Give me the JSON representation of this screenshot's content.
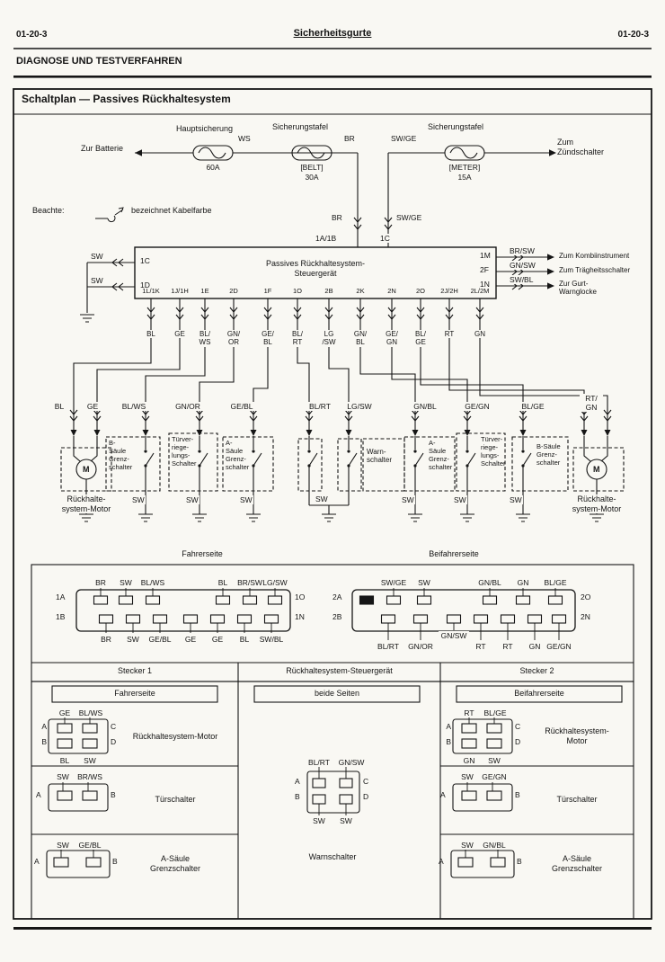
{
  "page": {
    "code_left": "01-20-3",
    "title": "Sicherheitsgurte",
    "code_right": "01-20-3",
    "section_title": "DIAGNOSE UND TESTVERFAHREN"
  },
  "diagram": {
    "title": "Schaltplan — Passives Rückhaltesystem",
    "note_label": "Beachte:",
    "note_text": "bezeichnet Kabelfarbe",
    "motor_symbol": "M",
    "ground_wire": "SW",
    "power": {
      "to_battery": "Zur Batterie",
      "main_fuse_label": "Hauptsicherung",
      "main_fuse_rating": "60A",
      "wire_ws": "WS",
      "fuse_panel1_label": "Sicherungstafel",
      "fuse_belt_name": "[BELT]",
      "fuse_belt_rating": "30A",
      "wire_br": "BR",
      "wire_swge": "SW/GE",
      "fuse_panel2_label": "Sicherungstafel",
      "fuse_meter_name": "[METER]",
      "fuse_meter_rating": "15A",
      "to_ignition": "Zum\nZündschalter",
      "drop_br": "BR",
      "drop_swge": "SW/GE",
      "pin_top_1": "1A/1B",
      "pin_top_2": "1C"
    },
    "ecu": {
      "name": "Passives Rückhaltesystem-\nSteuergerät",
      "pin_1c": "1C",
      "pin_1d": "1D",
      "wire_sw": "SW",
      "right": [
        {
          "pin": "1M",
          "wire": "BR/SW",
          "target": "Zum Kombiinstrument"
        },
        {
          "pin": "2F",
          "wire": "GN/SW",
          "target": "Zum Trägheitsschalter"
        },
        {
          "pin": "1N",
          "wire": "SW/BL",
          "target": "Zur Gurt-\nWarnglocke"
        }
      ],
      "bottom_pins": [
        "1L/1K",
        "1J/1H",
        "1E",
        "2D",
        "1F",
        "1O",
        "2B",
        "2K",
        "2N",
        "2O",
        "2J/2H",
        "2L/2M"
      ],
      "bottom_wires": [
        "BL",
        "GE",
        "BL/\nWS",
        "GN/\nOR",
        "GE/\nBL",
        "BL/\nRT",
        "LG\n/SW",
        "GN/\nBL",
        "GE/\nGN",
        "BL/\nGE",
        "RT",
        "GN"
      ]
    },
    "branch_wires": [
      "BL",
      "GE",
      "BL/WS",
      "GN/OR",
      "GE/BL",
      "BL/RT",
      "LG/SW",
      "GN/BL",
      "GE/GN",
      "BL/GE",
      "RT/\nGN"
    ],
    "components": {
      "motor_left": "Rückhalte-\nsystem-Motor",
      "b_saeule_left": "B-\nSäule\nGrenz-\nschalter",
      "tuerver_left": "Türver-\nriege-\nlungs-\nSchalter",
      "a_saeule_left": "A-\nSäule\nGrenz-\nschalter",
      "warnschalter": "Warn-\nschalter",
      "a_saeule_right": "A-\nSäule\nGrenz-\nschalter",
      "tuerver_right": "Türver-\nriege-\nlungs-\nSchalter",
      "b_saeule_right": "B-Säule\nGrenz-\nschalter",
      "motor_right": "Rückhalte-\nsystem-Motor"
    }
  },
  "connector_panel": {
    "driver_side": "Fahrerseite",
    "passenger_side": "Beifahrerseite",
    "stecker1": {
      "caption": "Stecker 1",
      "top_labels": [
        "BR",
        "SW",
        "BL/WS",
        "BL",
        "BR/SW",
        "LG/SW"
      ],
      "pin_1a": "1A",
      "pin_1b": "1B",
      "pin_1o": "1O",
      "pin_1n": "1N",
      "bottom_labels": [
        "BR",
        "SW",
        "GE/BL",
        "GE",
        "GE",
        "BL",
        "SW/BL"
      ]
    },
    "center_caption": "Rückhaltesystem-Steuergerät",
    "stecker2": {
      "caption": "Stecker 2",
      "top_labels": [
        "SW/GE",
        "SW",
        "GN/BL",
        "GN",
        "BL/GE"
      ],
      "pin_2a": "2A",
      "pin_2b": "2B",
      "pin_2o": "2O",
      "pin_2n": "2N",
      "mid_label": "GN/SW",
      "bottom_labels": [
        "BL/RT",
        "GN/OR",
        "RT",
        "RT",
        "GN",
        "GE/GN"
      ]
    }
  },
  "pinout_table": {
    "header_left": "Fahrerseite",
    "header_center": "beide Seiten",
    "header_right": "Beifahrerseite",
    "left": [
      {
        "top1": "GE",
        "top2": "BL/WS",
        "bot1": "BL",
        "bot2": "SW",
        "a": "A",
        "b": "B",
        "c": "C",
        "d": "D",
        "name": "Rückhaltesystem-Motor"
      },
      {
        "top1": "SW",
        "top2": "BR/WS",
        "a": "A",
        "b": "B",
        "name": "Türschalter"
      },
      {
        "top1": "SW",
        "top2": "GE/BL",
        "a": "A",
        "b": "B",
        "name": "A-Säule\nGrenzschalter"
      }
    ],
    "center": {
      "top1": "BL/RT",
      "top2": "GN/SW",
      "bot1": "SW",
      "bot2": "SW",
      "a": "A",
      "b": "B",
      "c": "C",
      "d": "D",
      "name": "Warnschalter"
    },
    "right": [
      {
        "top1": "RT",
        "top2": "BL/GE",
        "bot1": "GN",
        "bot2": "SW",
        "a": "A",
        "b": "B",
        "c": "C",
        "d": "D",
        "name": "Rückhaltesystem-\nMotor"
      },
      {
        "top1": "SW",
        "top2": "GE/GN",
        "a": "A",
        "b": "B",
        "name": "Türschalter"
      },
      {
        "top1": "SW",
        "top2": "GN/BL",
        "a": "A",
        "b": "B",
        "name": "A-Säule\nGrenzschalter"
      }
    ]
  }
}
